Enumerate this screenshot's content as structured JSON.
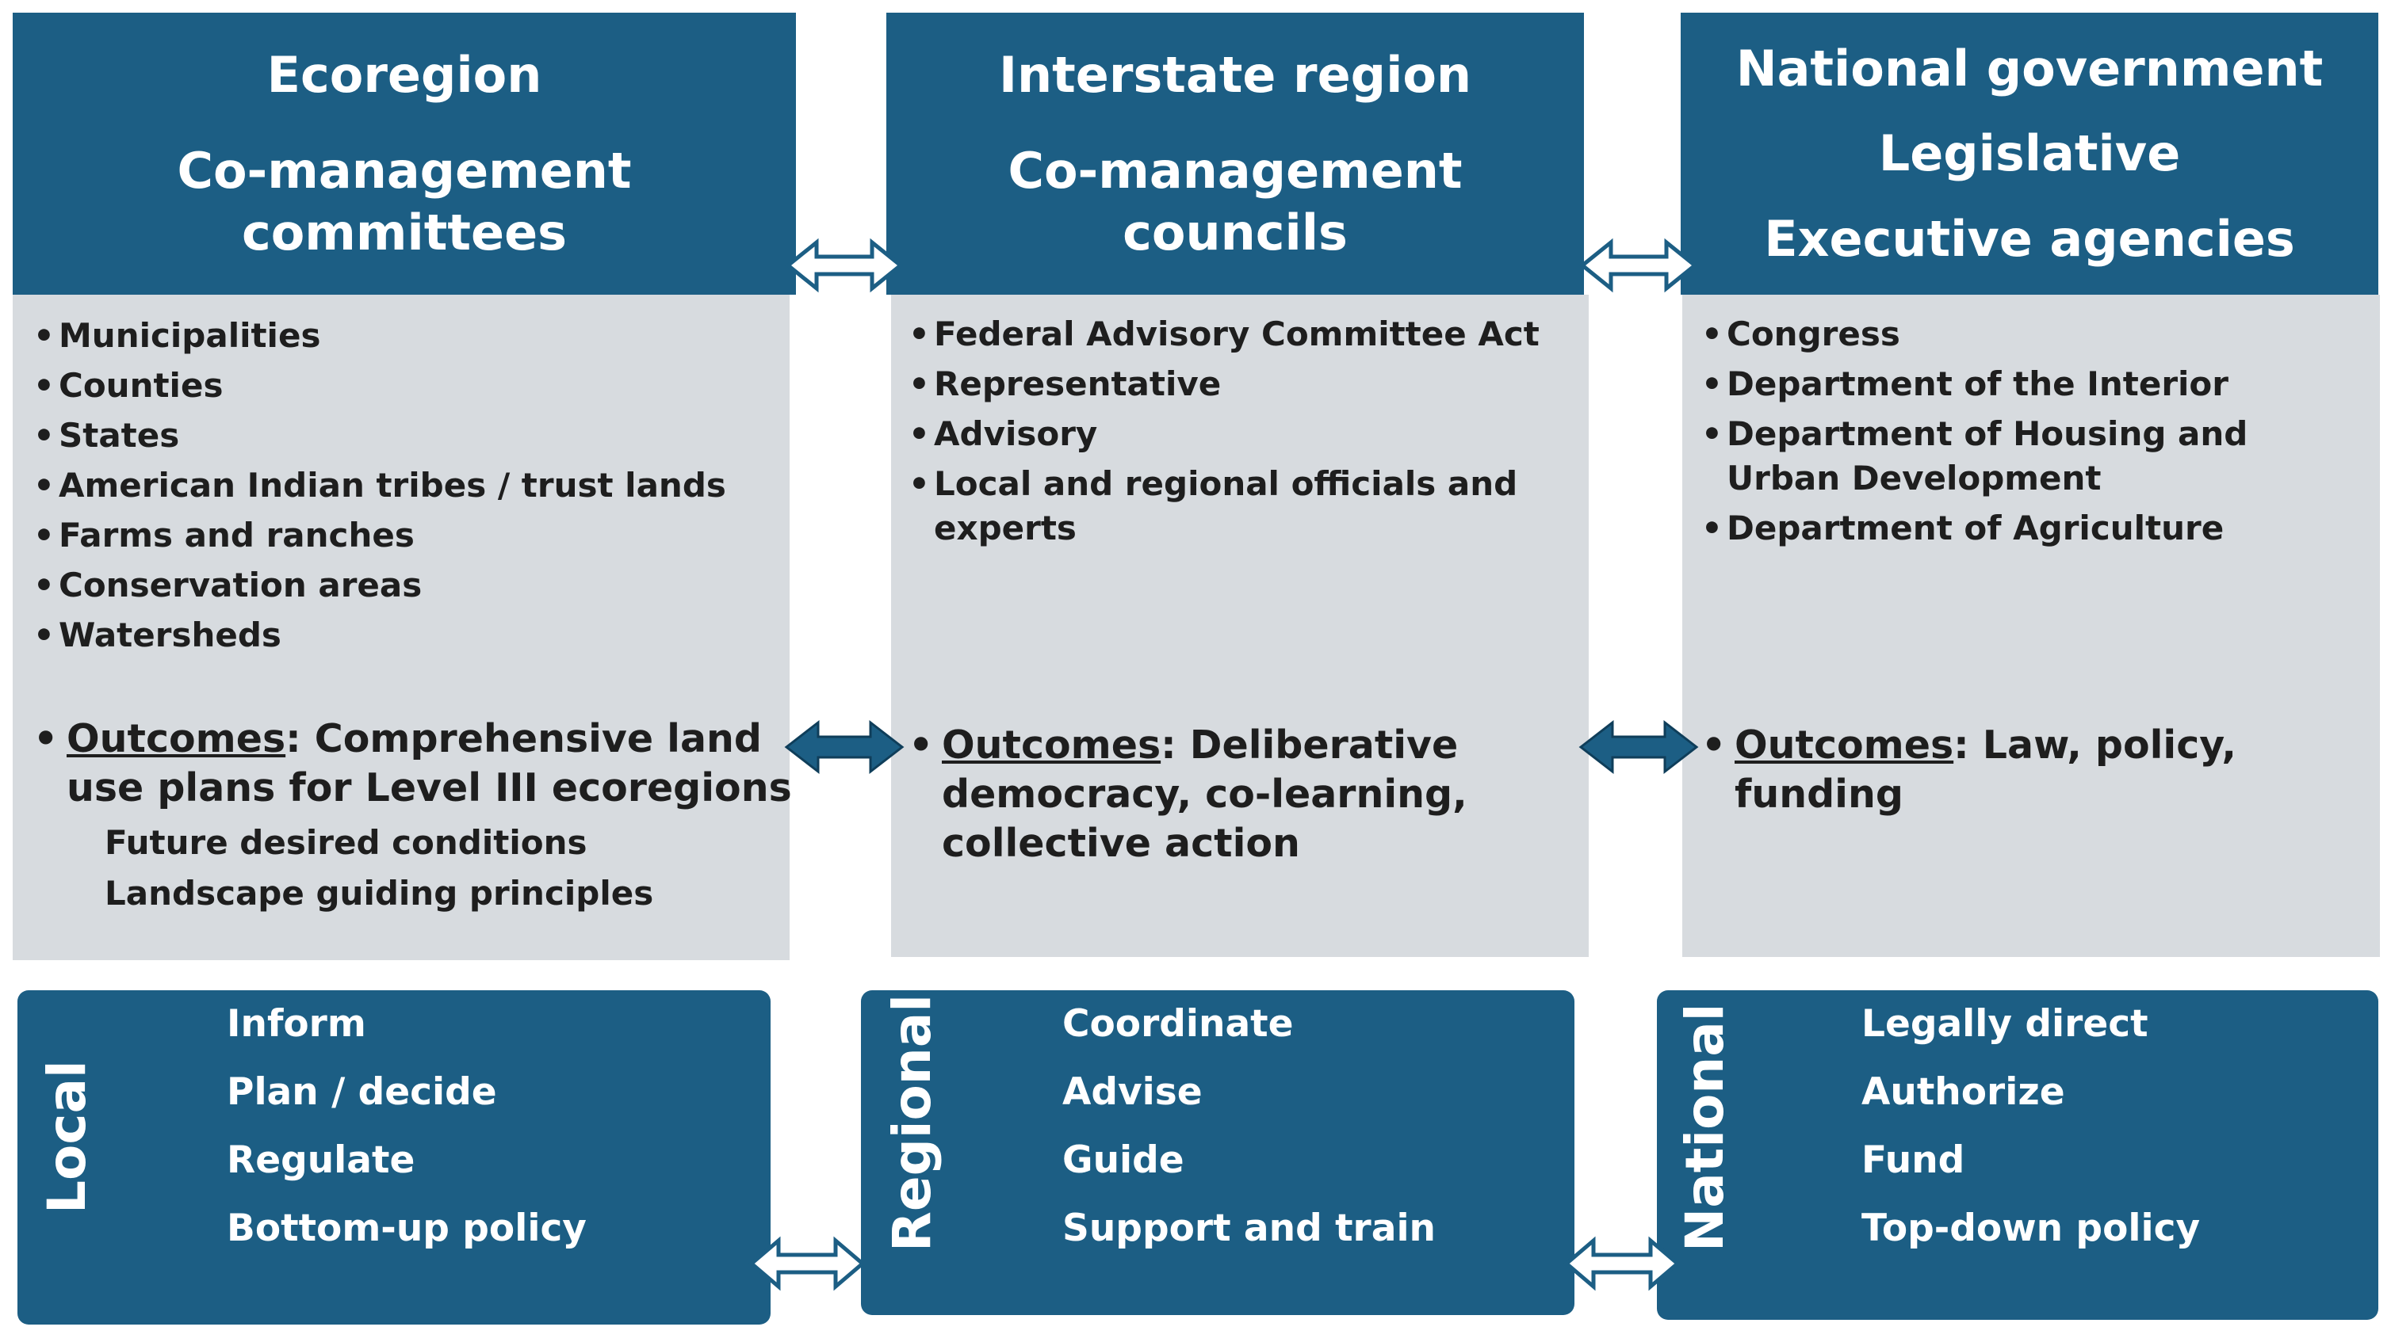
{
  "columns": [
    {
      "id": "ecoregion",
      "header": [
        "Ecoregion",
        "Co-management committees"
      ],
      "items": [
        "Municipalities",
        "Counties",
        "States",
        "American Indian tribes / trust lands",
        "Farms and ranches",
        "Conservation areas",
        "Watersheds"
      ],
      "outcome_label": "Outcomes",
      "outcome_text": ": Comprehensive land use plans for Level III ecoregions",
      "outcome_sub": [
        "Future desired conditions",
        "Landscape guiding principles"
      ]
    },
    {
      "id": "interstate",
      "header": [
        "Interstate region",
        "Co-management councils"
      ],
      "items": [
        "Federal Advisory Committee Act",
        "Representative",
        "Advisory",
        "Local and regional officials and experts"
      ],
      "outcome_label": "Outcomes",
      "outcome_text": ": Deliberative democracy, co-learning, collective action",
      "outcome_sub": []
    },
    {
      "id": "national",
      "header": [
        "National government",
        "Legislative",
        "Executive agencies"
      ],
      "items": [
        "Congress",
        "Department of the Interior",
        "Department of Housing and Urban Development",
        "Department of Agriculture"
      ],
      "outcome_label": "Outcomes",
      "outcome_text": ": Law, policy, funding",
      "outcome_sub": []
    }
  ],
  "levels": [
    {
      "label": "Local",
      "roles": [
        "Inform",
        "Plan / decide",
        "Regulate",
        "Bottom-up policy"
      ]
    },
    {
      "label": "Regional",
      "roles": [
        "Coordinate",
        "Advise",
        "Guide",
        "Support and train"
      ]
    },
    {
      "label": "National",
      "roles": [
        "Legally direct",
        "Authorize",
        "Fund",
        "Top-down policy"
      ]
    }
  ],
  "colors": {
    "header_blue": "#1c5e84",
    "body_gray": "#d7dbdf",
    "arrow_blue": "#1c5e84",
    "arrow_outline": "#1c5e84"
  }
}
